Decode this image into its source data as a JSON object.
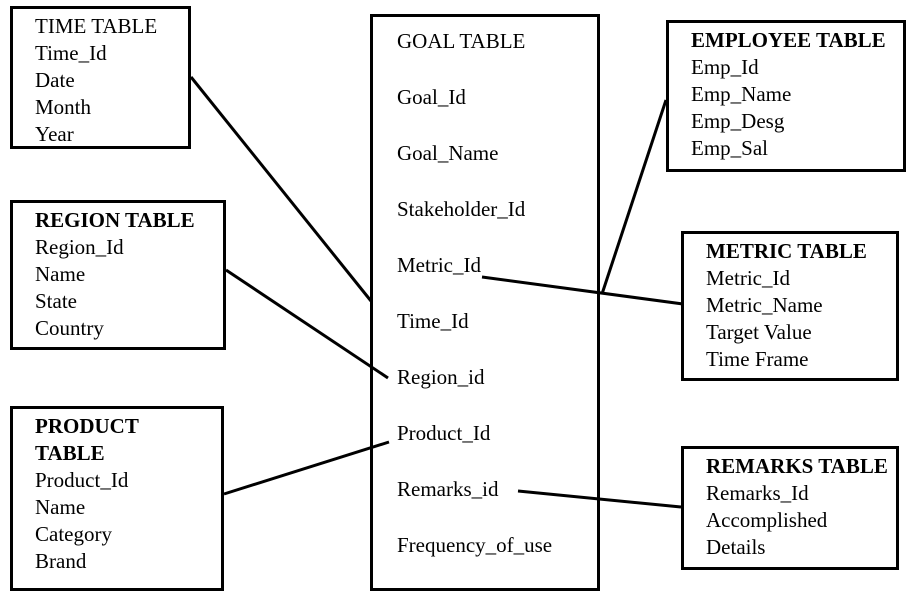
{
  "diagram": {
    "title": "Goal table database schema",
    "background_color": "#ffffff",
    "line_color": "#000000",
    "entities": [
      {
        "id": "time",
        "name": "TIME TABLE",
        "title_bold": false,
        "fields": [
          "Time_Id",
          "Date",
          "Month",
          "Year"
        ]
      },
      {
        "id": "region",
        "name": "REGION TABLE",
        "title_bold": true,
        "fields": [
          "Region_Id",
          "Name",
          "State",
          "Country"
        ]
      },
      {
        "id": "product",
        "name": "PRODUCT\nTABLE",
        "title_bold": true,
        "fields": [
          "Product_Id",
          "Name",
          "Category",
          "Brand"
        ]
      },
      {
        "id": "goal",
        "name": "GOAL TABLE",
        "title_bold": false,
        "fields": [
          "Goal_Id",
          "Goal_Name",
          "Stakeholder_Id",
          "Metric_Id",
          "Time_Id",
          "Region_id",
          "Product_Id",
          "Remarks_id",
          "Frequency_of_use"
        ]
      },
      {
        "id": "employee",
        "name": "EMPLOYEE TABLE",
        "title_bold": true,
        "fields": [
          "Emp_Id",
          "Emp_Name",
          "Emp_Desg",
          "Emp_Sal"
        ]
      },
      {
        "id": "metric",
        "name": "METRIC TABLE",
        "title_bold": true,
        "fields": [
          "Metric_Id",
          "Metric_Name",
          "Target Value",
          "Time Frame"
        ]
      },
      {
        "id": "remarks",
        "name": "REMARKS TABLE",
        "title_bold": true,
        "fields": [
          "Remarks_Id",
          "Accomplished",
          "Details"
        ]
      }
    ],
    "relationships": [
      {
        "id": "time-goal",
        "from": "time",
        "to": "goal",
        "to_field": "Time_Id"
      },
      {
        "id": "region-goal",
        "from": "region",
        "to": "goal",
        "to_field": "Region_id"
      },
      {
        "id": "product-goal",
        "from": "product",
        "to": "goal",
        "to_field": "Product_Id"
      },
      {
        "id": "goal-employee",
        "from": "goal",
        "to": "employee",
        "from_field": "Stakeholder_Id"
      },
      {
        "id": "goal-metric",
        "from": "goal",
        "to": "metric",
        "from_field": "Metric_Id"
      },
      {
        "id": "goal-remarks",
        "from": "goal",
        "to": "remarks",
        "from_field": "Remarks_id"
      }
    ]
  }
}
